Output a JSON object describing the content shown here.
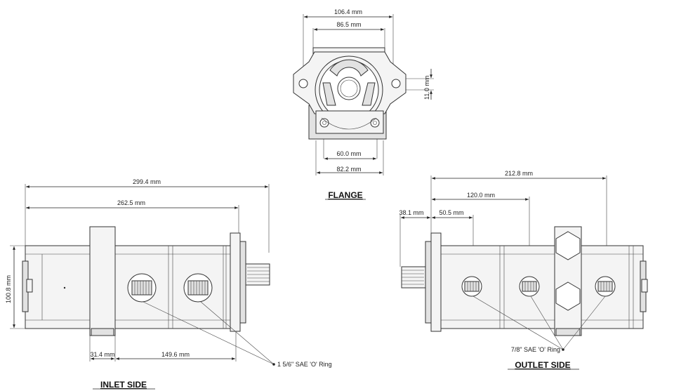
{
  "views": {
    "flange": {
      "title": "FLANGE",
      "dims": {
        "overall_width": "106.4 mm",
        "inner_width": "86.5 mm",
        "hole_dim": "11.0 mm",
        "bolt_spacing": "60.0 mm",
        "base_width": "82.2 mm"
      }
    },
    "inlet": {
      "title": "INLET SIDE",
      "dims": {
        "overall_length": "299.4 mm",
        "body_length": "262.5 mm",
        "height": "100.8 mm",
        "offset": "31.4 mm",
        "port_spacing": "149.6 mm"
      },
      "callout": "1 5/6\" SAE 'O' Ring"
    },
    "outlet": {
      "title": "OUTLET SIDE",
      "dims": {
        "overall_length": "212.8 mm",
        "mid_length": "120.0 mm",
        "flange_offset": "38.1 mm",
        "port_offset": "50.5 mm"
      },
      "callout": "7/8\" SAE 'O' Ring"
    }
  }
}
